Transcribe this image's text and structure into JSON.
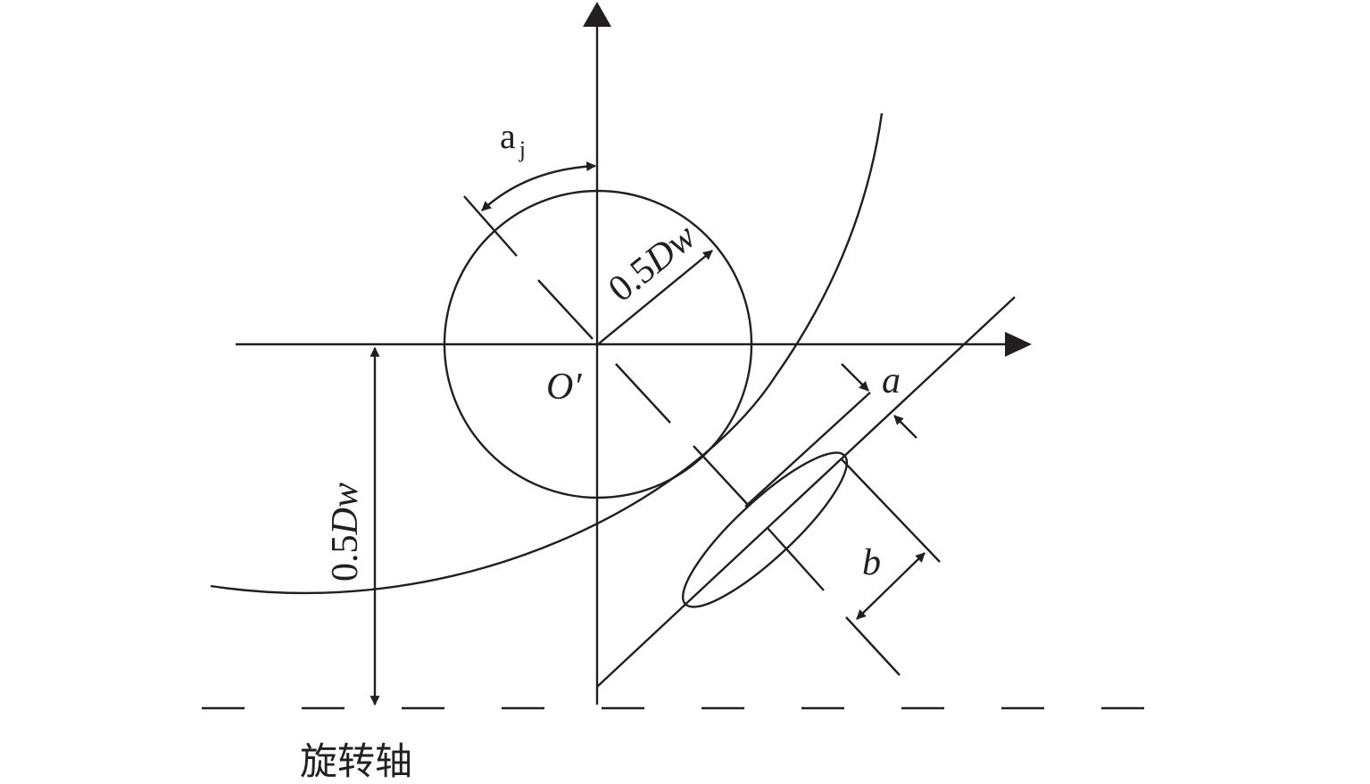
{
  "labels": {
    "alpha_main": "a",
    "alpha_sub": "j",
    "radius_upper": "0.5",
    "radius_upper_var": "Dw",
    "origin": "O′",
    "a": "a",
    "b": "b",
    "radius_left": "0.5",
    "radius_left_var": "Dw",
    "rotation_axis": "旋转轴"
  },
  "colors": {
    "line": "#231f20",
    "background": "#ffffff"
  }
}
